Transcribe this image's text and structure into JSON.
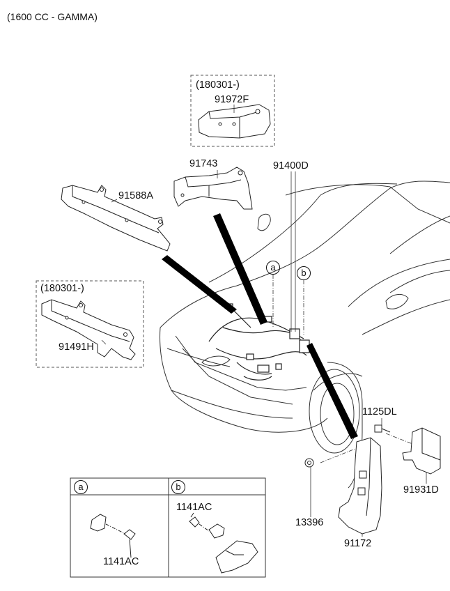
{
  "header": {
    "engine": "(1600 CC - GAMMA)"
  },
  "callouts": {
    "box1_date": "(180301-)",
    "p91972F": "91972F",
    "p91743": "91743",
    "p91400D": "91400D",
    "p91588A": "91588A",
    "box2_date": "(180301-)",
    "p91491H": "91491H",
    "p1125DL": "1125DL",
    "p91931D": "91931D",
    "p13396": "13396",
    "p91172": "91172",
    "marker_a": "a",
    "marker_b": "b"
  },
  "detail_table": {
    "col_a": {
      "marker": "a",
      "part": "1141AC"
    },
    "col_b": {
      "marker": "b",
      "part": "1141AC"
    }
  }
}
